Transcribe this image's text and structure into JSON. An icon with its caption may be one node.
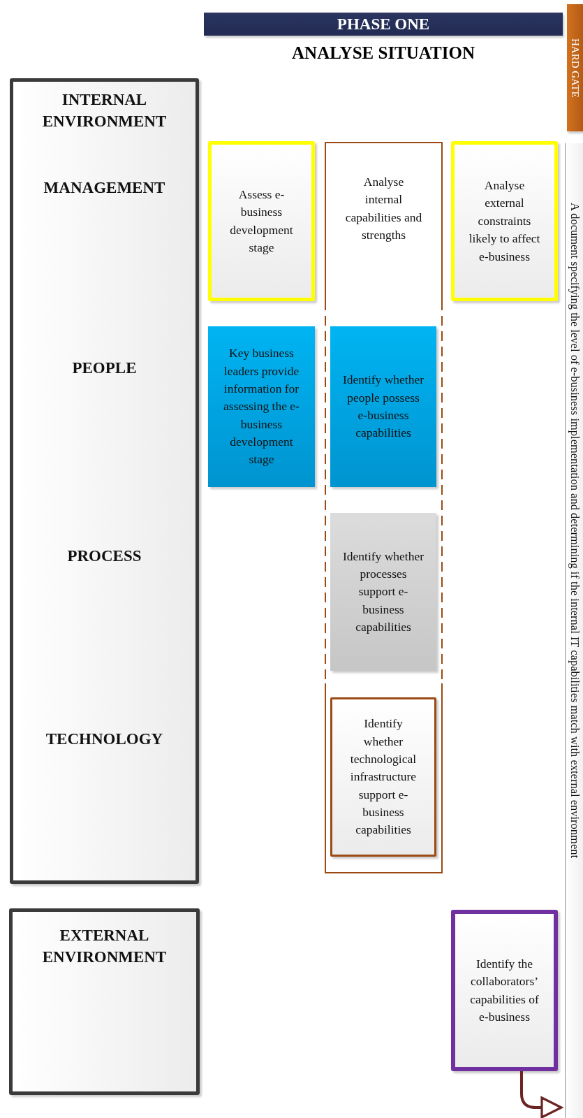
{
  "diagram": {
    "title": "ANALYSE SITUATION",
    "nodes": [
      {
        "text": [
          "PHASE ONE"
        ]
      },
      {
        "text": [
          "HARD GATE"
        ]
      },
      {
        "text": [
          "INTERNAL ENVIRONMENT",
          "MANAGEMENT",
          "PEOPLE",
          "PROCESS",
          "TECHNOLOGY"
        ]
      },
      {
        "text": [
          "Assess e-business development stage"
        ]
      },
      {
        "text": [
          "Analyse internal capabilities and strengths"
        ]
      },
      {
        "text": [
          "Analyse external constraints likely to affect e-business"
        ]
      },
      {
        "text": [
          "Key business leaders provide information for assessing the e-business development stage"
        ]
      },
      {
        "text": [
          "Identify whether people possess e-business capabilities"
        ],
        "in": 4
      },
      {
        "text": [
          "Identify whether processes support e-business capabilities"
        ],
        "in": 4
      },
      {
        "text": [
          "Identify whether technological infrastructure support e-business capabilities"
        ],
        "in": 4
      },
      {
        "text": [
          "EXTERNAL ENVIRONMENT"
        ]
      },
      {
        "text": [
          "Identify the collaborators’ capabilities of e-business"
        ]
      },
      {
        "text": [
          "A document specifying the level of e-business implementation and determining if the internal IT capabilities match with external environment"
        ]
      }
    ],
    "edges": [
      {
        "from": 11,
        "to": 12,
        "arrow": "to"
      }
    ]
  }
}
